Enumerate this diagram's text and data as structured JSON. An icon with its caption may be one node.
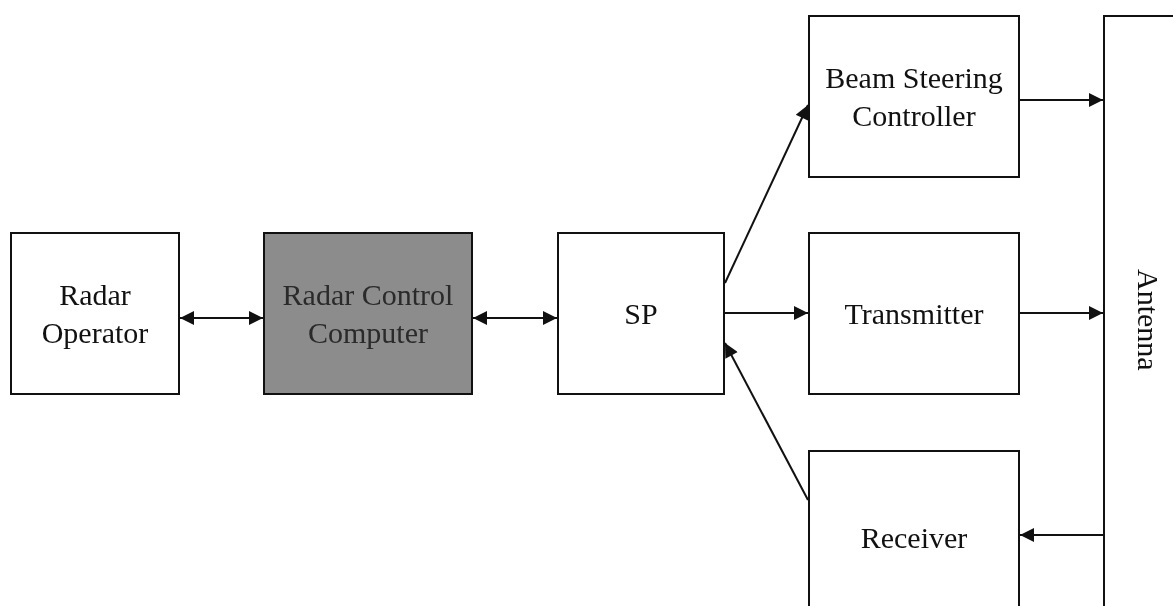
{
  "diagram": {
    "nodes": [
      {
        "text": [
          "Radar Operator"
        ]
      },
      {
        "text": [
          "Radar Control Computer"
        ]
      },
      {
        "text": [
          "SP"
        ]
      },
      {
        "text": [
          "Beam Steering Controller"
        ]
      },
      {
        "text": [
          "Transmitter"
        ]
      },
      {
        "text": [
          "Receiver"
        ]
      },
      {
        "text": [
          "Antenna"
        ]
      }
    ],
    "edges": [
      {
        "from": 0,
        "to": 1,
        "arrow": "both"
      },
      {
        "from": 1,
        "to": 2,
        "arrow": "both"
      },
      {
        "from": 2,
        "to": 3,
        "arrow": "to"
      },
      {
        "from": 2,
        "to": 4,
        "arrow": "to"
      },
      {
        "from": 5,
        "to": 2,
        "arrow": "to"
      },
      {
        "from": 3,
        "to": 6,
        "arrow": "to"
      },
      {
        "from": 4,
        "to": 6,
        "arrow": "to"
      },
      {
        "from": 6,
        "to": 5,
        "arrow": "to"
      }
    ]
  }
}
